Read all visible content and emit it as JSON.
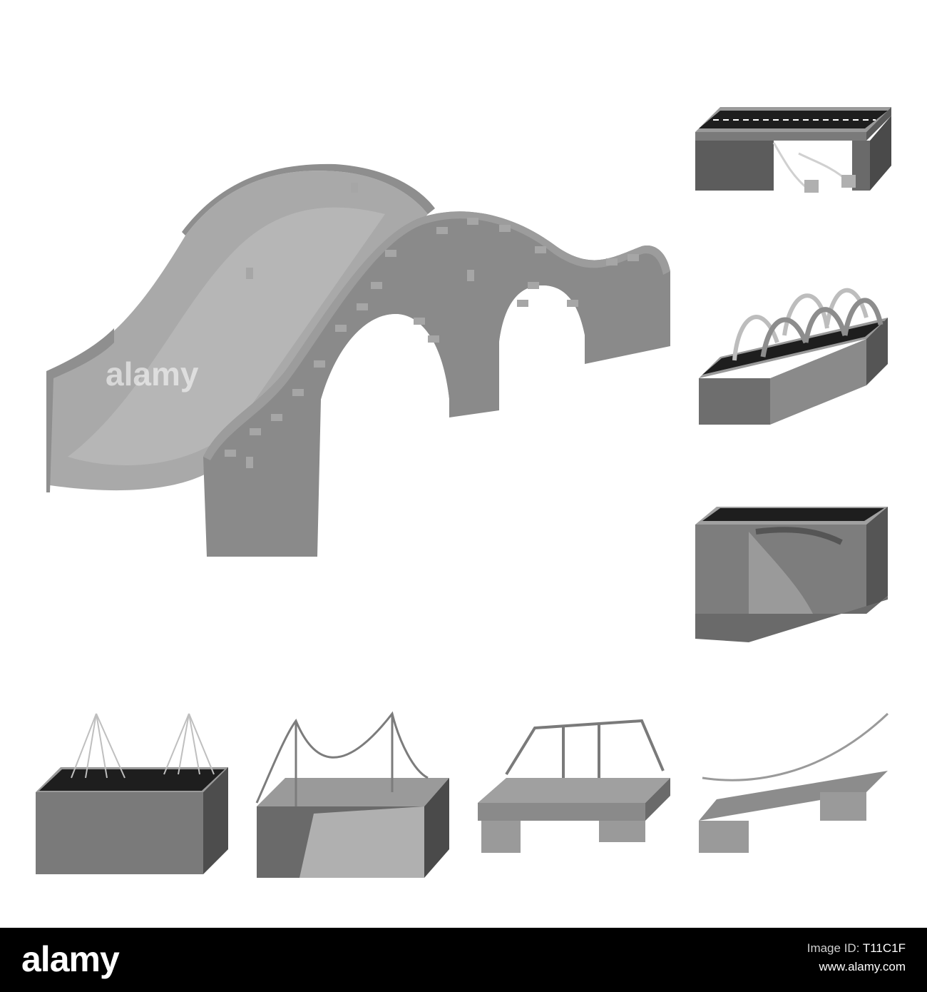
{
  "watermark": {
    "text": "alamy"
  },
  "footer": {
    "brand": "alamy",
    "image_id_label": "Image ID:",
    "image_id": "T11C1F",
    "site": "www.alamy.com"
  },
  "illustrations": [
    {
      "id": "stone-arch-bridge",
      "kind": "double arch stone bridge"
    },
    {
      "id": "arch-road-bridge",
      "kind": "road bridge on arches"
    },
    {
      "id": "multi-arch-bridge",
      "kind": "multi arch rail bridge"
    },
    {
      "id": "deck-arch-bridge",
      "kind": "deck arch road bridge"
    },
    {
      "id": "cable-stayed-bridge",
      "kind": "cable-stayed bridge"
    },
    {
      "id": "suspension-bridge",
      "kind": "suspension bridge"
    },
    {
      "id": "truss-bridge",
      "kind": "truss rail bridge"
    },
    {
      "id": "rope-bridge",
      "kind": "rope suspension bridge"
    }
  ],
  "colors": {
    "light": "#a8a8a8",
    "mid": "#8c8c8c",
    "dark": "#6e6e6e",
    "deep": "#4a4a4a",
    "road": "#1e1e1e",
    "background": "#ffffff",
    "footer": "#000000"
  }
}
